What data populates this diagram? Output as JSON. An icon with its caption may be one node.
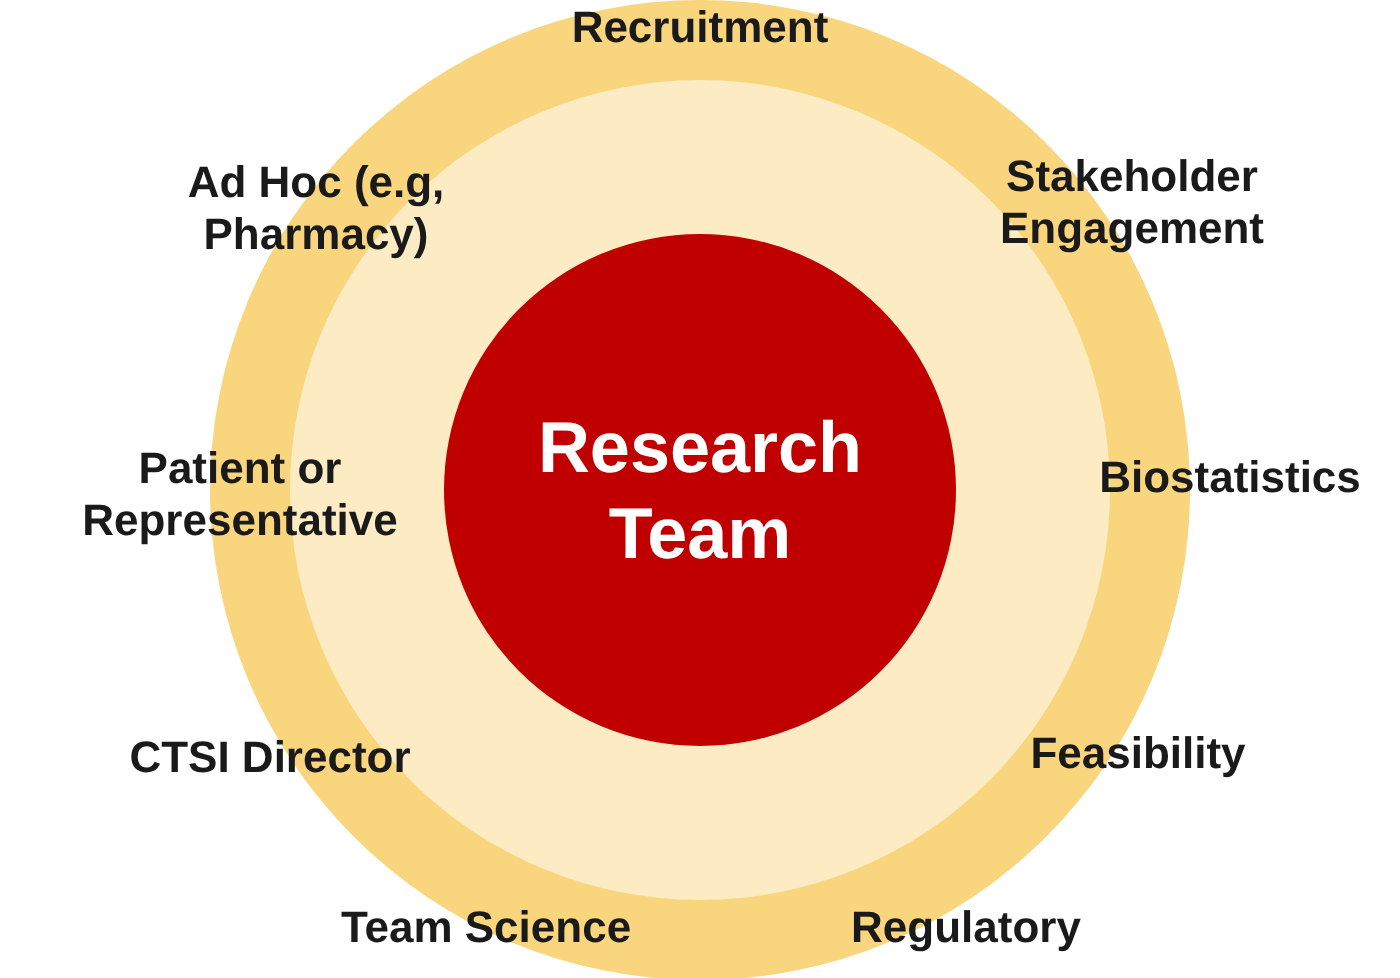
{
  "diagram": {
    "nodes": [
      {
        "text": [],
        "shape": "circle"
      },
      {
        "text": [],
        "shape": "circle",
        "in": 0
      },
      {
        "text": [
          "Research Team"
        ],
        "in": 1
      }
    ],
    "labels": [
      "Recruitment",
      "Ad Hoc (e.g, Pharmacy)",
      "Stakeholder Engagement",
      "Patient or Representative",
      "Biostatistics",
      "CTSI Director",
      "Feasibility",
      "Team Science",
      "Regulatory"
    ]
  }
}
